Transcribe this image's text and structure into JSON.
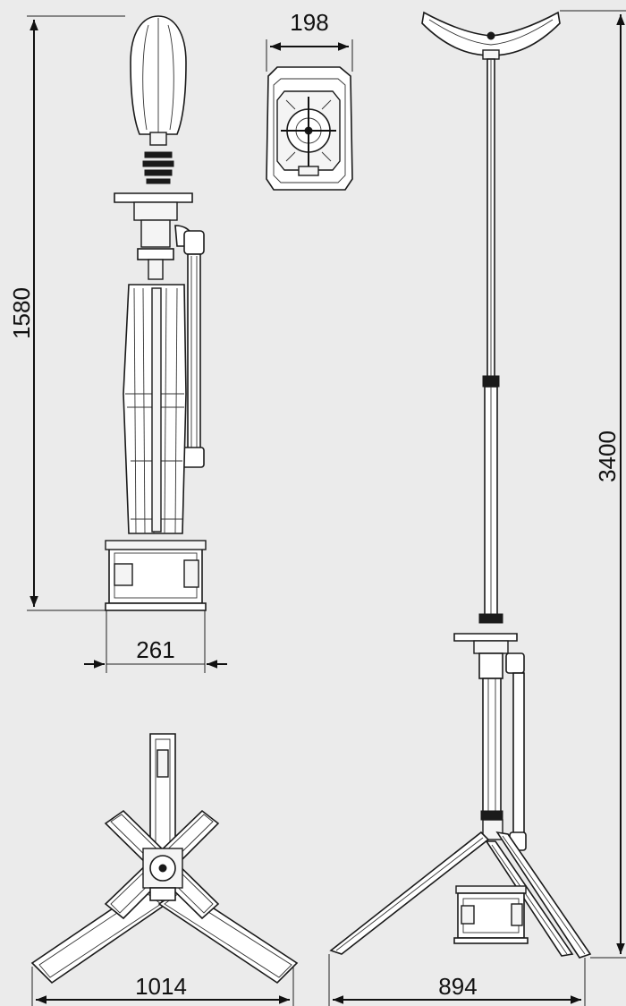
{
  "dimensions": {
    "height_side": "1580",
    "base_width": "261",
    "lamp_head_width": "198",
    "height_extended": "3400",
    "footprint_top": "1014",
    "footprint_front": "894"
  },
  "colors": {
    "background": "#ebebeb",
    "line": "#1a1a1a"
  }
}
